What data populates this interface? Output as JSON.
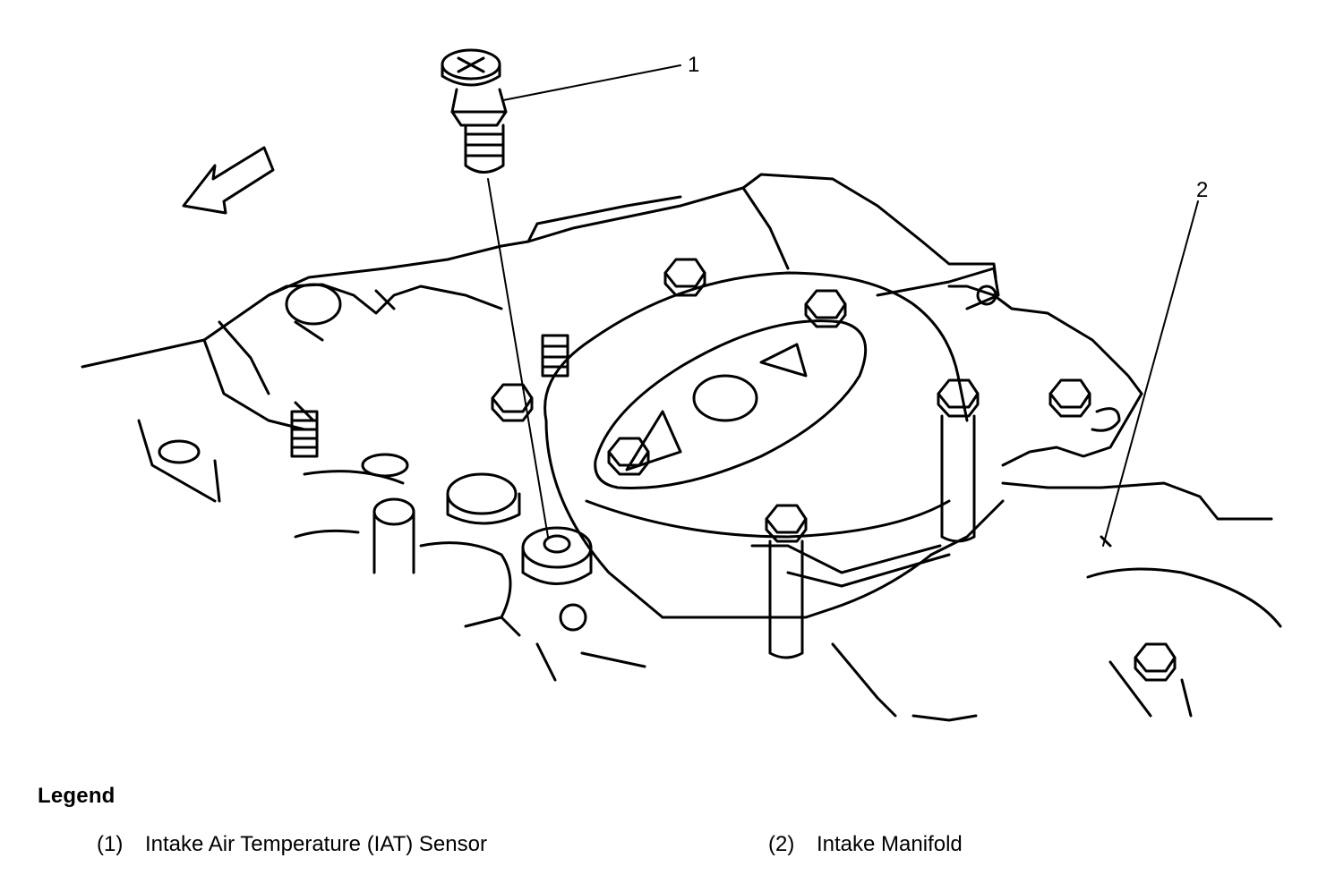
{
  "callouts": [
    {
      "number": "1",
      "part": "iat-sensor"
    },
    {
      "number": "2",
      "part": "intake-manifold"
    }
  ],
  "legend": {
    "title": "Legend",
    "items": [
      {
        "number": "(1)",
        "label": "Intake Air Temperature (IAT) Sensor"
      },
      {
        "number": "(2)",
        "label": "Intake Manifold"
      }
    ]
  },
  "colors": {
    "line": "#000000",
    "background": "#ffffff"
  }
}
